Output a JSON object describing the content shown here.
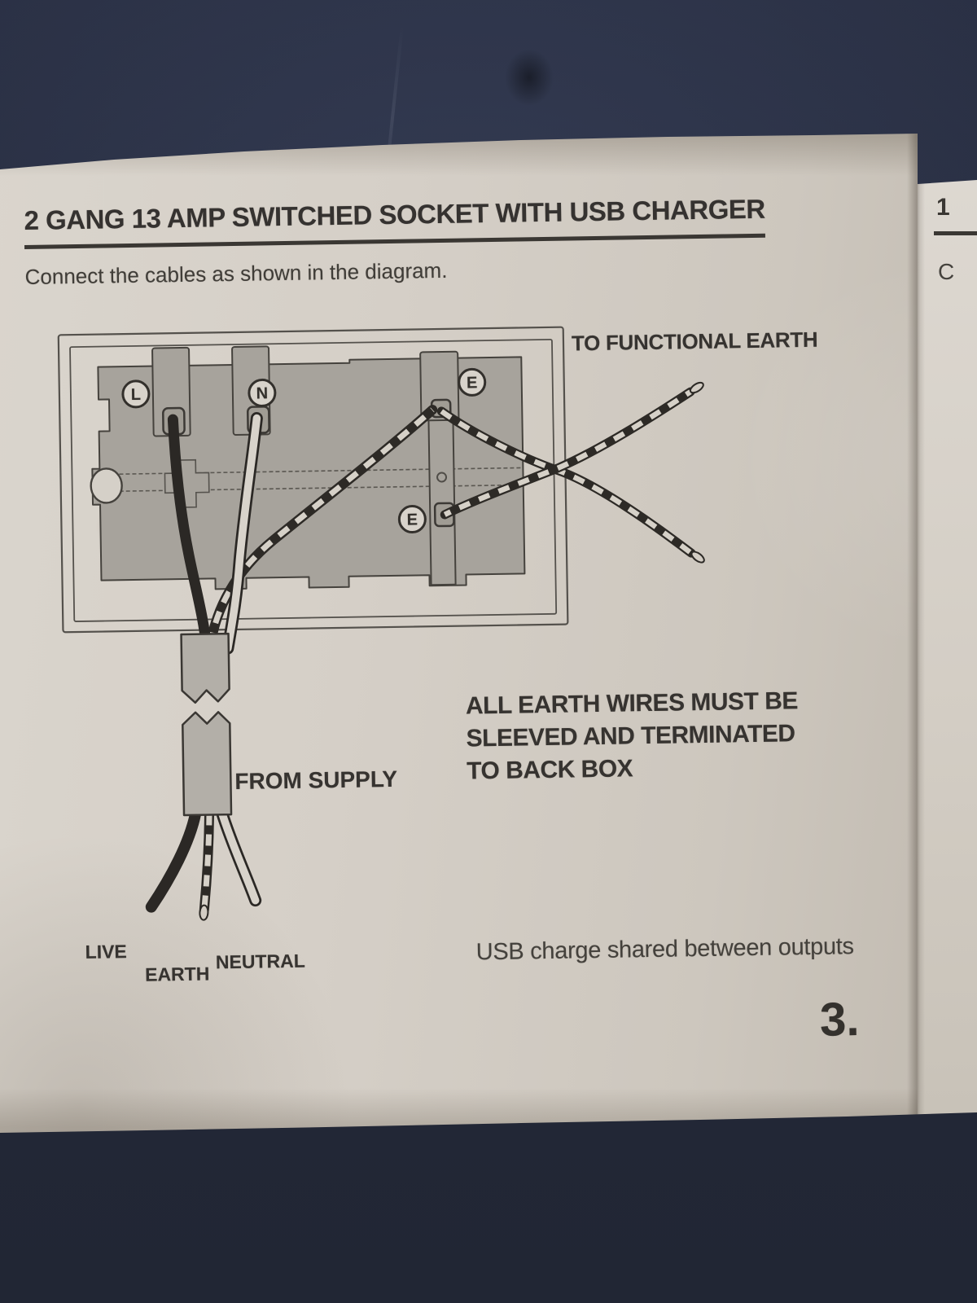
{
  "page": {
    "title": "2 GANG 13 AMP SWITCHED SOCKET WITH USB CHARGER",
    "subtitle": "Connect the cables as shown in the diagram.",
    "usb_note": "USB charge shared between outputs",
    "page_number": "3."
  },
  "diagram": {
    "terminals": {
      "live": "L",
      "neutral": "N",
      "earth_top": "E",
      "earth_bottom": "E"
    },
    "labels": {
      "to_functional_earth": "TO FUNCTIONAL EARTH",
      "earth_note": [
        "ALL EARTH WIRES MUST BE",
        "SLEEVED AND TERMINATED",
        "TO BACK BOX"
      ],
      "from_supply": "FROM SUPPLY",
      "wire_live": "LIVE",
      "wire_earth": "EARTH",
      "wire_neutral": "NEUTRAL"
    }
  },
  "adjacent_page": {
    "heading_fragment": "1",
    "body_fragment": "C"
  },
  "colors": {
    "background_navy": "#232938",
    "paper": "#d3cdc4",
    "plate_gray": "#a7a39c",
    "wire_dark": "#2d2a26",
    "ink": "#3a3733"
  }
}
